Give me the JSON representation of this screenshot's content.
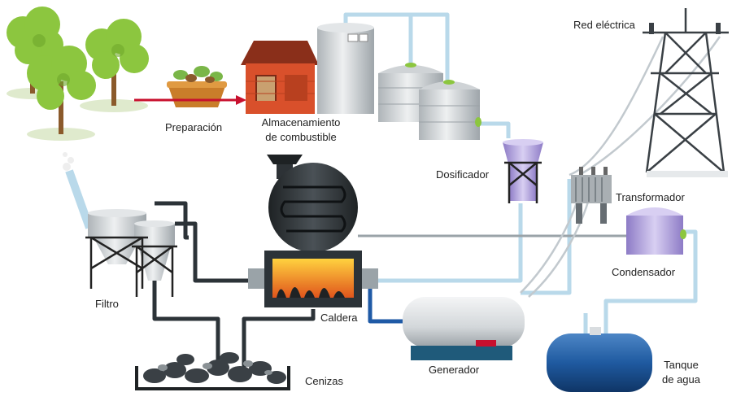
{
  "labels": {
    "preparacion": "Preparación",
    "almacenamiento_1": "Almacenamiento",
    "almacenamiento_2": "de combustible",
    "red_electrica": "Red eléctrica",
    "dosificador": "Dosificador",
    "transformador": "Transformador",
    "condensador": "Condensador",
    "filtro": "Filtro",
    "caldera": "Caldera",
    "generador": "Generador",
    "tanque_1": "Tanque",
    "tanque_2": "de agua",
    "cenizas": "Cenizas"
  },
  "colors": {
    "pipe_light": "#b9d9ea",
    "pipe_dark": "#2c3338",
    "pipe_blue": "#1f5aa6",
    "arrow_red": "#c8102e",
    "tree_leaf": "#8cc63f",
    "barn_red": "#d9502b",
    "silo_gray": "#cfd3d6",
    "dosificador_purple": "#b7a6e0",
    "tank_blue": "#1d4f8f",
    "fire_orange": "#f39c12"
  }
}
